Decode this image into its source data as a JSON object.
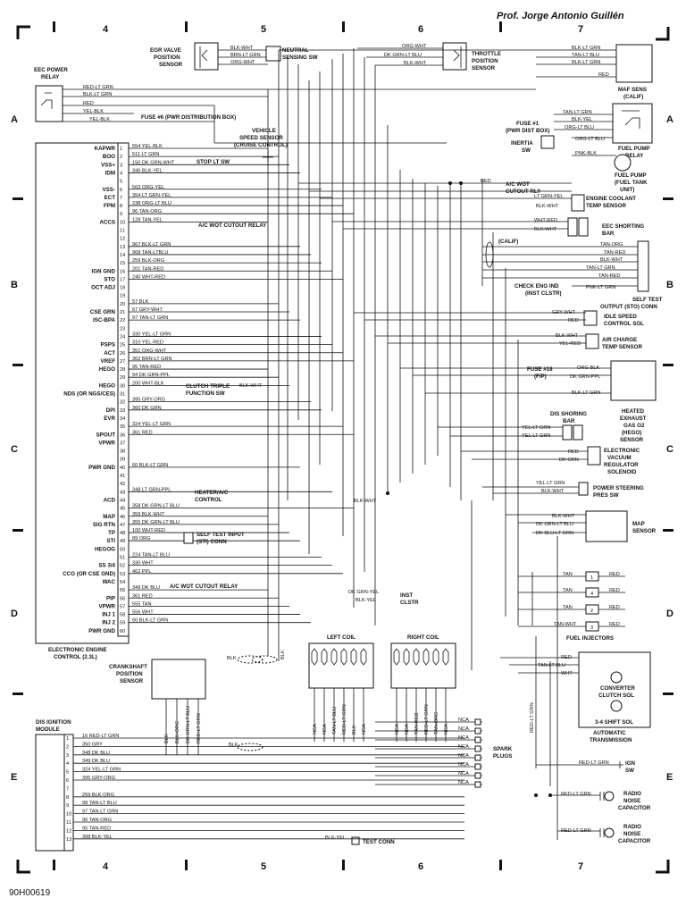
{
  "header": {
    "author": "Prof. Jorge Antonio Guillén"
  },
  "footer": {
    "code": "90H00619"
  },
  "zones": {
    "top": [
      "4",
      "5",
      "6",
      "7"
    ],
    "bottom": [
      "4",
      "5",
      "6",
      "7"
    ],
    "rows": [
      "A",
      "B",
      "C",
      "D",
      "E"
    ]
  },
  "ecu": {
    "title_lines": [
      "ELECTRONIC ENGINE",
      "CONTROL (2.3L)"
    ],
    "pins": [
      {
        "n": "1",
        "l": "KAPWR",
        "w": "554 YEL-BLK"
      },
      {
        "n": "2",
        "l": "BOO",
        "w": "511 LT GRN"
      },
      {
        "n": "3",
        "l": "VSS+",
        "w": "150 DK GRN-WHT"
      },
      {
        "n": "4",
        "l": "IDM",
        "w": "346 BLK-YEL"
      },
      {
        "n": "5",
        "l": "",
        "w": ""
      },
      {
        "n": "6",
        "l": "VSS-",
        "w": "563 ORG-YEL"
      },
      {
        "n": "7",
        "l": "ECT",
        "w": "354 LT GRN-YEL"
      },
      {
        "n": "8",
        "l": "FPM",
        "w": "238 ORG-LT BLU"
      },
      {
        "n": "9",
        "l": "",
        "w": "96 TAN-ORG"
      },
      {
        "n": "10",
        "l": "ACCS",
        "w": "128 TAN-YEL"
      },
      {
        "n": "11",
        "l": "",
        "w": ""
      },
      {
        "n": "12",
        "l": "",
        "w": ""
      },
      {
        "n": "13",
        "l": "",
        "w": "967 BLK-LT GRN"
      },
      {
        "n": "14",
        "l": "",
        "w": "968 TAN-LTBLU"
      },
      {
        "n": "15",
        "l": "",
        "w": "259 BLK-ORG"
      },
      {
        "n": "16",
        "l": "IGN GND",
        "w": "201 TAN-RED"
      },
      {
        "n": "17",
        "l": "STO",
        "w": "240 WHT-RED"
      },
      {
        "n": "18",
        "l": "OCT ADJ",
        "w": ""
      },
      {
        "n": "19",
        "l": "",
        "w": ""
      },
      {
        "n": "20",
        "l": "",
        "w": "57 BLK"
      },
      {
        "n": "21",
        "l": "CSE GRN",
        "w": "67 GRY-WHT"
      },
      {
        "n": "22",
        "l": "ISC-BPA",
        "w": "97 TAN-LT GRN"
      },
      {
        "n": "23",
        "l": "",
        "w": ""
      },
      {
        "n": "24",
        "l": "",
        "w": "330 YEL-LT GRN"
      },
      {
        "n": "25",
        "l": "PSPS",
        "w": "310 YEL-RED"
      },
      {
        "n": "26",
        "l": "ACT",
        "w": "351 ORG-WHT"
      },
      {
        "n": "27",
        "l": "VREF",
        "w": "362 BRN-LT GRN"
      },
      {
        "n": "28",
        "l": "HEGO",
        "w": "95 TAN-RED"
      },
      {
        "n": "29",
        "l": "",
        "w": "94 DK GRN-PPL"
      },
      {
        "n": "30",
        "l": "HEGO",
        "w": "200 WHT-BLK"
      },
      {
        "n": "31",
        "l": "NDS (OR NGS/CES)",
        "w": ""
      },
      {
        "n": "32",
        "l": "",
        "w": "395 GRY-ORG"
      },
      {
        "n": "33",
        "l": "DPI",
        "w": "360 DK GRN"
      },
      {
        "n": "34",
        "l": "EVR",
        "w": ""
      },
      {
        "n": "35",
        "l": "",
        "w": "324 YEL-LT GRN"
      },
      {
        "n": "36",
        "l": "SPOUT",
        "w": "361 RED"
      },
      {
        "n": "37",
        "l": "VPWR",
        "w": ""
      },
      {
        "n": "38",
        "l": "",
        "w": ""
      },
      {
        "n": "39",
        "l": "",
        "w": ""
      },
      {
        "n": "40",
        "l": "PWR GND",
        "w": "60 BLK-LT GRN"
      },
      {
        "n": "41",
        "l": "",
        "w": ""
      },
      {
        "n": "42",
        "l": "",
        "w": ""
      },
      {
        "n": "43",
        "l": "",
        "w": "348 LT GRN-PPL"
      },
      {
        "n": "44",
        "l": "ACD",
        "w": ""
      },
      {
        "n": "45",
        "l": "",
        "w": "358 DK GRN-LT BLU"
      },
      {
        "n": "46",
        "l": "MAP",
        "w": "359 BLK-WHT"
      },
      {
        "n": "47",
        "l": "SIG RTN",
        "w": "355 DK GRN-LT BLU"
      },
      {
        "n": "48",
        "l": "TP",
        "w": "100 WHT-RED"
      },
      {
        "n": "49",
        "l": "STI",
        "w": "89 ORG"
      },
      {
        "n": "50",
        "l": "HEGOG",
        "w": ""
      },
      {
        "n": "51",
        "l": "",
        "w": "224 TAN-LT BLU"
      },
      {
        "n": "52",
        "l": "SS 3/4",
        "w": "330 WHT"
      },
      {
        "n": "53",
        "l": "CCO (OR CSE GND)",
        "w": "462 PPL"
      },
      {
        "n": "54",
        "l": "WAC",
        "w": ""
      },
      {
        "n": "55",
        "l": "",
        "w": "349 DK BLU"
      },
      {
        "n": "56",
        "l": "PIP",
        "w": "361 RED"
      },
      {
        "n": "57",
        "l": "VPWR",
        "w": "555 TAN"
      },
      {
        "n": "58",
        "l": "INJ 1",
        "w": "556 WHT"
      },
      {
        "n": "59",
        "l": "INJ 2",
        "w": "60 BLK-LT GRN"
      },
      {
        "n": "60",
        "l": "PWR GND",
        "w": ""
      }
    ],
    "side_labels": {
      "map_sens": [
        "MAP",
        "SENS"
      ],
      "accs": "ACCS",
      "fp": "FP"
    }
  },
  "dis_module": {
    "title_lines": [
      "DIS IGNITION",
      "MODULE"
    ],
    "pins": [
      {
        "n": "1",
        "w": "16 RED-LT GRN"
      },
      {
        "n": "2",
        "w": "350 GRY"
      },
      {
        "n": "3",
        "w": "348 DK BLU"
      },
      {
        "n": "4",
        "w": "349 DK BLU"
      },
      {
        "n": "5",
        "w": "324 YEL-LT GRN"
      },
      {
        "n": "6",
        "w": "395 GRY-ORG"
      },
      {
        "n": "7",
        "w": ""
      },
      {
        "n": "8",
        "w": "259 BLK-ORG"
      },
      {
        "n": "9",
        "w": "98 TAN-LT BLU"
      },
      {
        "n": "10",
        "w": "97 TAN-LT GRN"
      },
      {
        "n": "11",
        "w": "96 TAN-ORG"
      },
      {
        "n": "12",
        "w": "95 TAN-RED"
      },
      {
        "n": "13",
        "w": "398 BLK-YEL"
      }
    ]
  },
  "labels": {
    "eec_power_relay": [
      "EEC POWER",
      "RELAY"
    ],
    "egr_valve": [
      "EGR VALVE",
      "POSITION",
      "SENSOR"
    ],
    "neutral_sw": [
      "NEUTRAL",
      "SENSING SW"
    ],
    "throttle": [
      "THROTTLE",
      "POSITION",
      "SENSOR"
    ],
    "maf_sens": [
      "MAF SENS",
      "(CALIF)"
    ],
    "vss": [
      "VEHICLE",
      "SPEED SENSOR",
      "(CRUISE CONTROL)"
    ],
    "stop_lt": "STOP LT SW",
    "fuse6": "FUSE #6 (PWR DISTRIBUTION BOX)",
    "fuse1": [
      "FUSE #1",
      "(PWR DIST BOX)"
    ],
    "inertia": [
      "INERTIA",
      "SW"
    ],
    "fuel_pump_relay": [
      "FUEL PUMP",
      "RELAY"
    ],
    "fuel_pump": [
      "FUEL PUMP",
      "(FUEL TANK",
      "UNIT)"
    ],
    "ac_wot": [
      "A/C WOT",
      "CUTOUT RLY"
    ],
    "ac_wot_relay": "A/C WOT CUTOUT RELAY",
    "ect": [
      "ENGINE COOLANT",
      "TEMP SENSOR"
    ],
    "eec_shorting": [
      "EEC SHORTING",
      "BAR"
    ],
    "calif": "(CALIF)",
    "check_eng": [
      "CHECK ENG IND",
      "(INST CLSTR)"
    ],
    "self_test": [
      "SELF TEST",
      "OUTPUT (STO) CONN"
    ],
    "idle_speed": [
      "IDLE SPEED",
      "CONTROL SOL"
    ],
    "air_charge": [
      "AIR CHARGE",
      "TEMP SENSOR"
    ],
    "fuse18": [
      "FUSE #18",
      "(F/P)"
    ],
    "hego": [
      "HEATED",
      "EXHAUST",
      "GAS O2",
      "(HEGO)",
      "SENSOR"
    ],
    "dis_shorting": [
      "DIS SHORING",
      "BAR"
    ],
    "evr": [
      "ELECTRONIC",
      "VACUUM",
      "REGULATOR",
      "SOLENOID"
    ],
    "ps_sw": [
      "POWER STEERING",
      "PRES SW"
    ],
    "map_sensor": [
      "MAP",
      "SENSOR"
    ],
    "fuel_injectors": "FUEL INJECTORS",
    "converter": [
      "CONVERTER",
      "CLUTCH SOL"
    ],
    "shift_sol": "3-4 SHIFT SOL",
    "auto_trans": [
      "AUTOMATIC",
      "TRANSMISSION"
    ],
    "ign_sw": [
      "IGN",
      "SW"
    ],
    "radio_cap": [
      "RADIO",
      "NOISE",
      "CAPACITOR"
    ],
    "test_conn": "TEST CONN",
    "spark_plugs": [
      "SPARK",
      "PLUGS"
    ],
    "left_coil": "LEFT COIL",
    "right_coil": "RIGHT COIL",
    "crank_sensor": [
      "CRANKSHAFT",
      "POSITION",
      "SENSOR"
    ],
    "clutch_triple": [
      "CLUTCH TRIPLE",
      "FUNCTION SW"
    ],
    "heater_ac": [
      "HEATER/A/C",
      "CONTROL"
    ],
    "sti_conn": [
      "SELF TEST INPUT",
      "(STI) CONN"
    ],
    "inst_clstr": [
      "INST",
      "CLSTR"
    ],
    "ac_wot_cutout2": "A/C WOT CUTOUT RELAY"
  },
  "wires": {
    "eec_relay": [
      "RED-LT GRN",
      "BLK-LT GRN",
      "RED",
      "YEL-BLK",
      "YEL-BLK"
    ],
    "egr": [
      "BLK-WHT",
      "BRN-LT GRN",
      "ORG-WHT"
    ],
    "throttle": [
      "ORG-WHT",
      "DK GRN-LT BLU",
      "BLK-WHT"
    ],
    "maf": [
      "BLK-LT GRN",
      "TAN-LT BLU",
      "BLK-LT GRN",
      "RED"
    ],
    "fuel_relay": [
      "TAN-LT GRN",
      "BLK-YEL",
      "ORG-LT BLU",
      "ORG-LT BLU",
      "PNK-BLK"
    ],
    "ac_wot": "RED",
    "ect": [
      "LT GRN-YEL",
      "BLK-WHT"
    ],
    "shorting": [
      "WHT-RED",
      "BLK-WHT"
    ],
    "sto": [
      "TAN-ORG",
      "TAN-RED",
      "BLK-WHT",
      "TAN-LT GRN",
      "TAN-RED",
      "PNK-LT GRN"
    ],
    "idle": [
      "GRY-WHT",
      "RED"
    ],
    "act": [
      "BLK-WHT",
      "YEL-RED"
    ],
    "hego": [
      "ORG-BLK",
      "DK GRN-PPL",
      "BLK-LT GRN"
    ],
    "dis_bar": [
      "YEL-LT GRN",
      "YEL-LT GRN"
    ],
    "evr": [
      "RED",
      "DK GRN"
    ],
    "ps": [
      "YEL-LT GRN",
      "BLK-WHT"
    ],
    "map": [
      "BLK-WHT",
      "DK GRN-LT BLU",
      "DK BLU-LT GRN"
    ],
    "inj_left": [
      "TAN",
      "TAN",
      "TAN",
      "TAN-WHT"
    ],
    "inj_right": [
      "RED",
      "RED",
      "RED",
      "RED"
    ],
    "inj_pins": [
      "1",
      "4",
      "2",
      "3"
    ],
    "trans": [
      "RED",
      "TAN-LT BLU",
      "WHT"
    ],
    "ign": "RED-LT GRN",
    "cap1": "RED-LT GRN",
    "cap2": "RED-LT GRN",
    "test_conn": "BLK-YEL",
    "inst": [
      "DK GRN-YEL",
      "BLK-YEL"
    ],
    "clutch": "BLK-WHT",
    "blk_mid": "BLK-WHT",
    "crank": [
      "BLK",
      "BLK",
      "BLK-ORG",
      "DK GRN-LT BLU",
      "RED-LT GRN"
    ],
    "blk": "BLK",
    "red_lt_grn_vert": "RED-LT GRN",
    "spark": [
      "NCA",
      "NCA",
      "NCA",
      "NCA",
      "NCA",
      "NCA",
      "NCA",
      "NCA"
    ],
    "left_coil": [
      "NCA",
      "NCA",
      "TAN-LT BLU",
      "RED-LT GRN",
      "BLK",
      "NCA"
    ],
    "right_coil": [
      "NCA",
      "NCA",
      "TAN-RED",
      "RED-LT GRN",
      "TAN-ORG",
      "NCA"
    ]
  }
}
